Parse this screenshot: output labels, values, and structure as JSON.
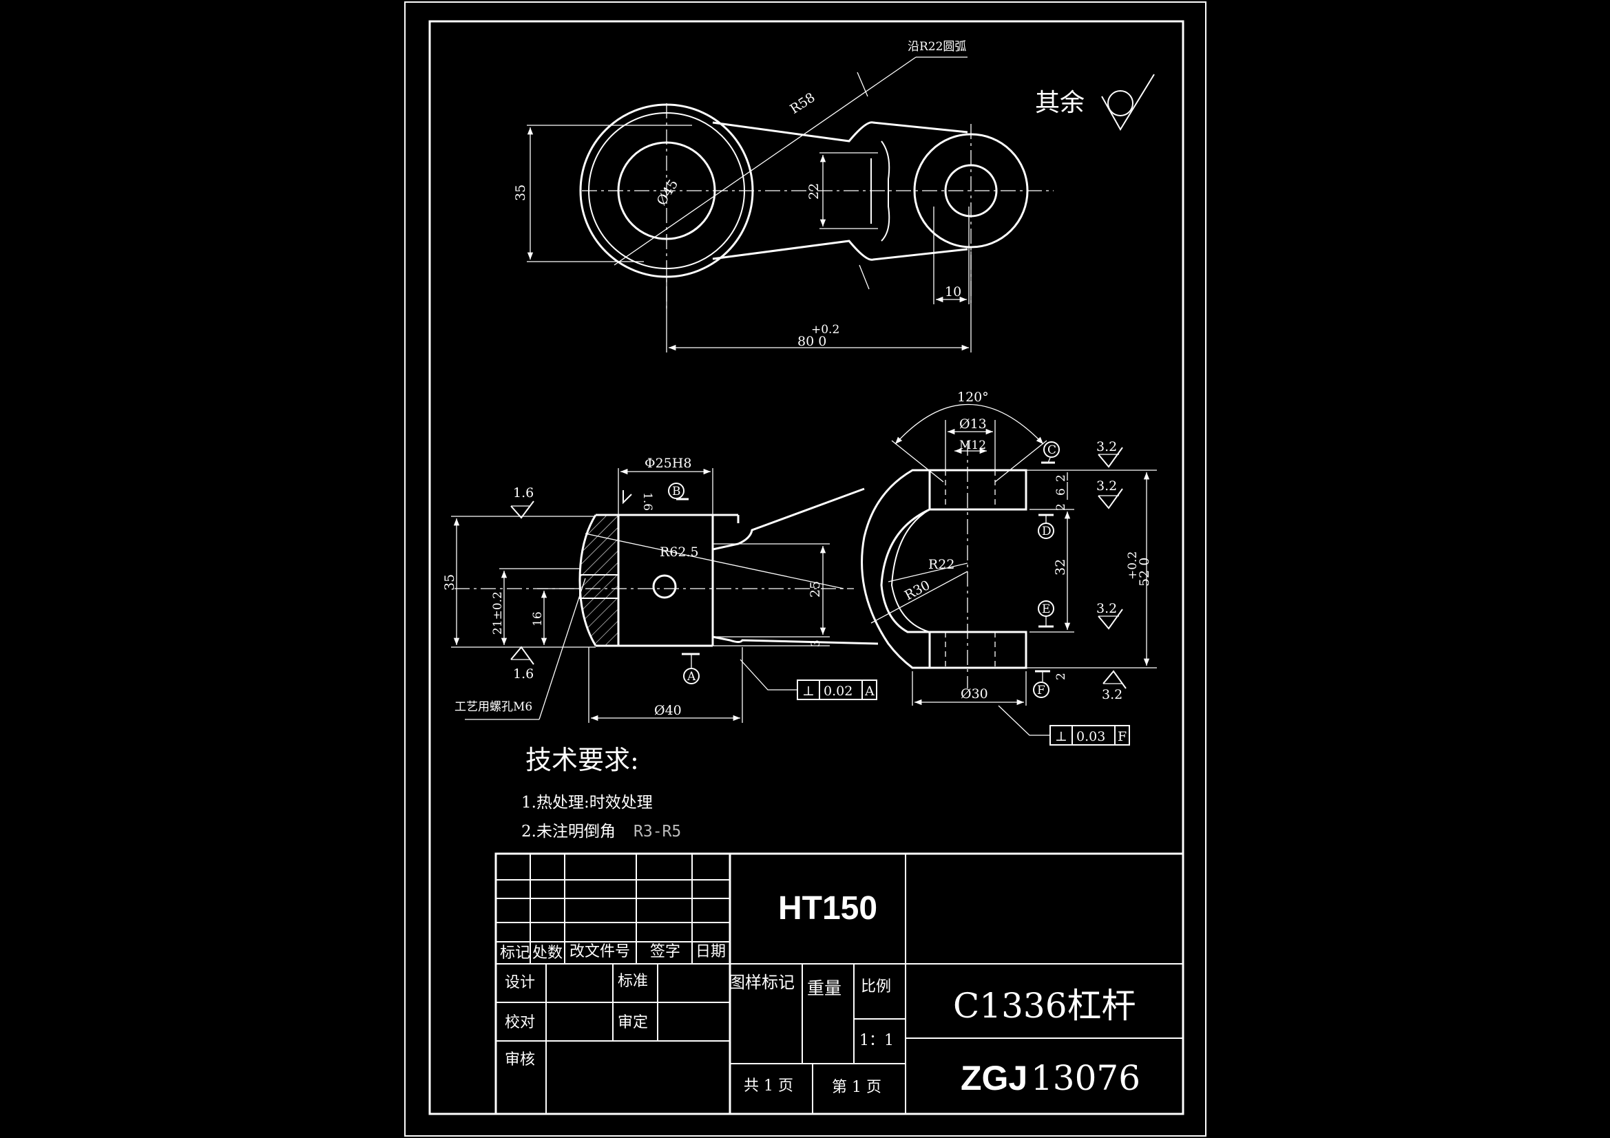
{
  "top_view": {
    "arc_note": "沿R22圆弧",
    "r58": "R58",
    "dia45": "Ø45",
    "h35": "35",
    "h22": "22",
    "w10": "10",
    "tol_top": "+0.2",
    "len80": "80 0"
  },
  "surface_note": {
    "label": "其余"
  },
  "front_view": {
    "angle120": "120°",
    "dia13": "Ø13",
    "m12": "M12",
    "phi25h8": "Φ25H8",
    "r16_small": "1.6",
    "r62_5": "R62.5",
    "h25": "25",
    "h3": "3",
    "r22": "R22",
    "r30": "R30",
    "h35": "35",
    "h21": "21±0.2",
    "h16": "16",
    "dia40": "Ø40",
    "dia30": "Ø30",
    "h32": "32",
    "d2a": "2",
    "d6": "6",
    "d2b": "2",
    "d2c": "2",
    "tol52_top": "+0.2",
    "tol52": "52 0",
    "thread_hole": "工艺用螺孔M6"
  },
  "roughness": {
    "r1_6_top": "1.6",
    "r1_6_bottom": "1.6",
    "r3_2_a": "3.2",
    "r3_2_b": "3.2",
    "r3_2_c": "3.2",
    "r3_2_d": "3.2"
  },
  "datums": {
    "a": "A",
    "b": "B",
    "c": "C",
    "d": "D",
    "e": "E",
    "f": "F"
  },
  "tolerance_frames": [
    {
      "symbol": "⊥",
      "value": "0.02",
      "datum": "A"
    },
    {
      "symbol": "⊥",
      "value": "0.03",
      "datum": "F"
    }
  ],
  "tech_requirements": {
    "heading": "技术要求:",
    "item1": "1.热处理:时效处理",
    "item2_prefix": "2.未注明倒角",
    "item2_value": "R3-R5"
  },
  "title_block": {
    "material": "HT150",
    "rev_headers": [
      "标记",
      "处数",
      "改文件号",
      "签字",
      "日期"
    ],
    "design": "设计",
    "standard": "标准",
    "check": "校对",
    "review": "审定",
    "audit": "审核",
    "pattern_mark": "图样标记",
    "weight": "重量",
    "scale_label": "比例",
    "scale_value": "1：1",
    "total_pages": "共 1 页",
    "page_no": "第 1 页",
    "part_name": "C1336杠杆",
    "drawing_no_prefix": "ZGJ",
    "drawing_no_suffix": "13076"
  }
}
